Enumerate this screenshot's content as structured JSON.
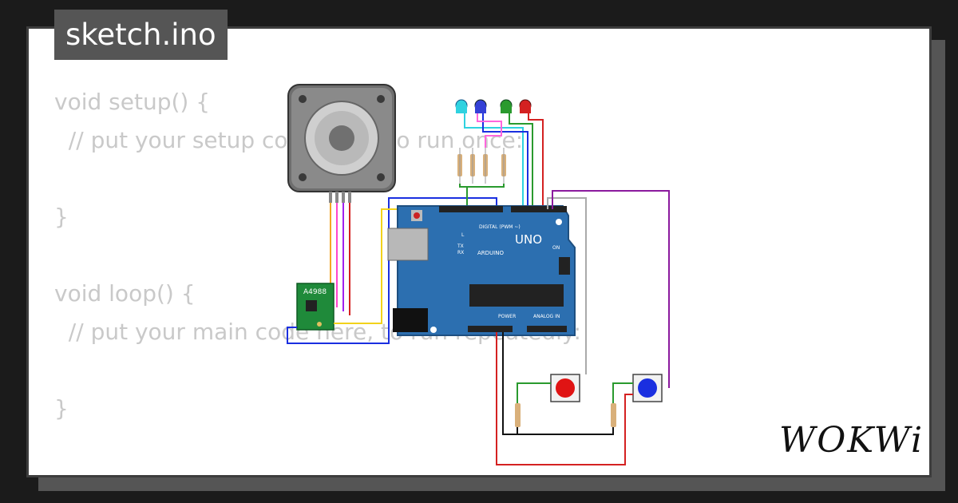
{
  "tab": {
    "filename": "sketch.ino"
  },
  "code": {
    "lines": [
      "void setup() {",
      "  // put your setup code here, to run once:",
      "",
      "}",
      "",
      "void loop() {",
      "  // put your main code here, to run repeatedly:",
      "",
      "}"
    ]
  },
  "components": {
    "driver_label": "A4988",
    "board_logo": "UNO",
    "board_brand": "ARDUINO",
    "digital_label": "DIGITAL (PWM ~)",
    "power_label": "POWER",
    "analog_label": "ANALOG IN",
    "on_label": "ON",
    "tx_label": "TX",
    "rx_label": "RX",
    "l_label": "L"
  },
  "colors": {
    "board": "#2c6fb0",
    "led_cyan": "#2fd2e0",
    "led_blue": "#3441d6",
    "led_green": "#2a9a2e",
    "led_red": "#d42121",
    "button_red": "#e01414",
    "button_blue": "#1a2fe0"
  },
  "brand": {
    "logo_text": "WOKWi"
  }
}
